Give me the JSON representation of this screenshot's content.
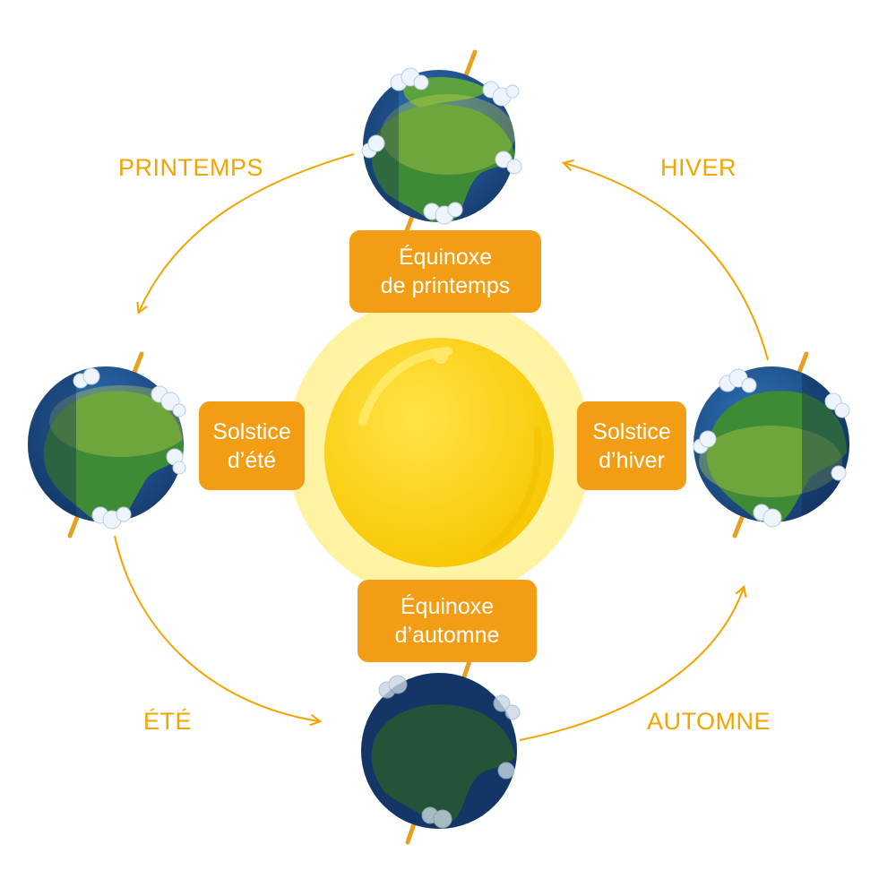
{
  "seasons": {
    "spring": "PRINTEMPS",
    "winter": "HIVER",
    "summer": "ÉTÉ",
    "autumn": "AUTOMNE"
  },
  "events": {
    "spring_equinox": {
      "line1": "Équinoxe",
      "line2": "de printemps"
    },
    "summer_solstice": {
      "line1": "Solstice",
      "line2": "d’été"
    },
    "winter_solstice": {
      "line1": "Solstice",
      "line2": "d’hiver"
    },
    "autumn_equinox": {
      "line1": "Équinoxe",
      "line2": "d’automne"
    }
  },
  "colors": {
    "accent": "#f0a500",
    "box": "#f29d14",
    "sun_core": "#fbd40a",
    "sun_glow": "#fff3a8",
    "ocean": "#1f4f8a",
    "land": "#3f8a35",
    "axis": "#e8a020"
  }
}
